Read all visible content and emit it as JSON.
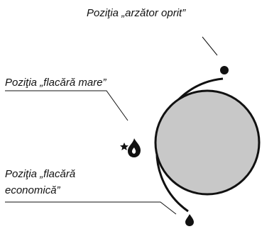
{
  "labels": {
    "burner_off": "Poziţia  „arzător oprit”",
    "large_flame": "Poziţia  „flacără mare”",
    "economic_flame_line1": "Poziţia „flacără",
    "economic_flame_line2": "economică”"
  },
  "icons": [
    "filled-dot-icon",
    "star-icon",
    "large-flame-icon",
    "small-flame-icon"
  ],
  "colors": {
    "knob_fill": "#c8c8c8",
    "line": "#111111"
  }
}
